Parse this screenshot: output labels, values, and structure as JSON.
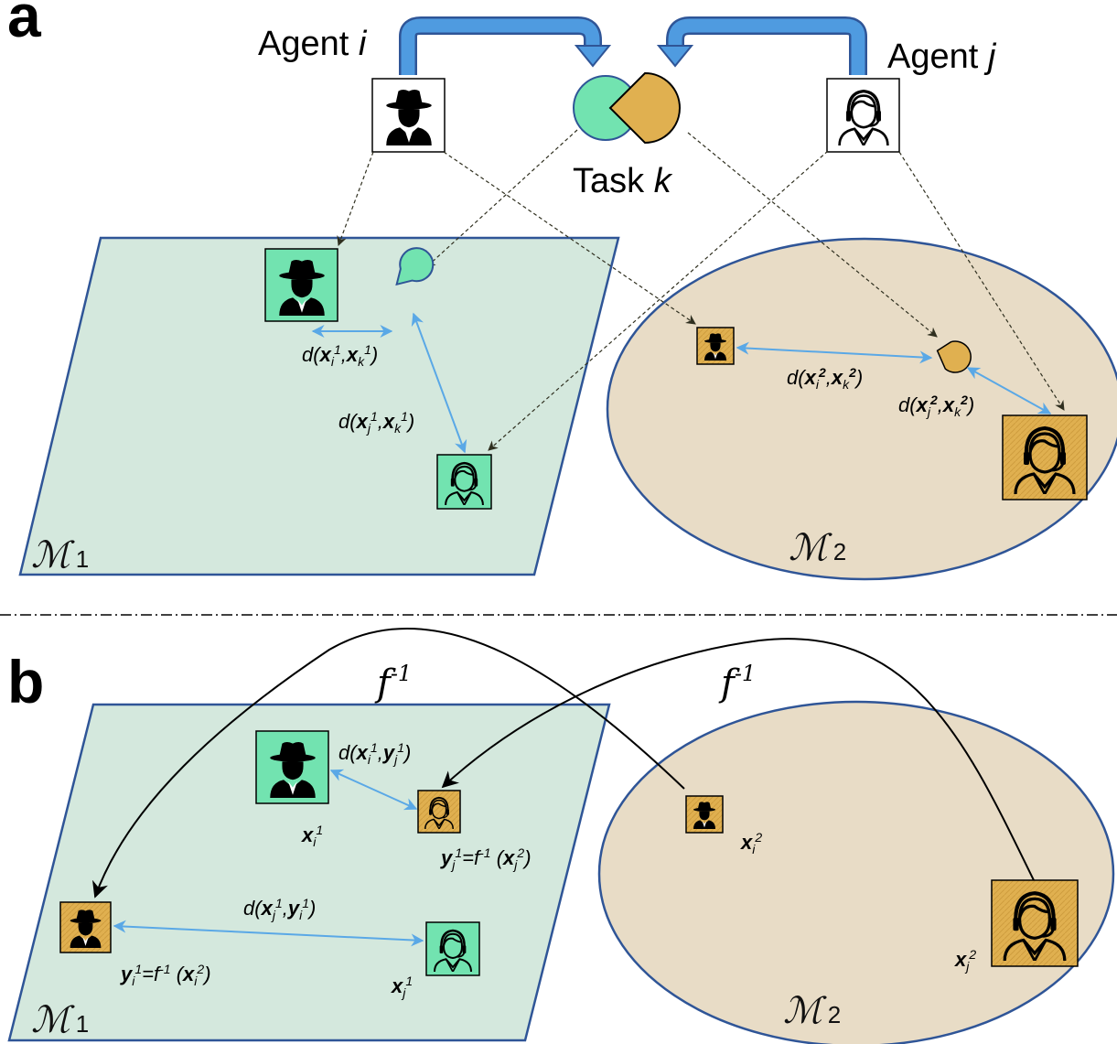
{
  "panels": {
    "a": "a",
    "b": "b"
  },
  "top": {
    "agent_i_label": "Agent",
    "agent_i_var": "i",
    "agent_j_label": "Agent",
    "agent_j_var": "j",
    "task_label": "Task",
    "task_var": "k"
  },
  "manifolds": {
    "m1_symbol": "ℳ",
    "m1_sub": "1",
    "m2_symbol": "ℳ",
    "m2_sub": "2"
  },
  "panel_a_labels": {
    "d_xi1_xk1": "d(xi1,xk1)",
    "d_xj1_xk1": "d(xj1,xk1)",
    "d_xi2_xk2": "d(xi2,xk2)",
    "d_xj2_xk2": "d(xj2,xk2)"
  },
  "panel_b_labels": {
    "f_inv_left": "f-1",
    "f_inv_right": "f-1",
    "d_xi1_yj1": "d(xi1,yj1)",
    "d_xj1_yi1": "d(xj1,yi1)",
    "xi1": "xi1",
    "xj1": "xj1",
    "xi2": "xi2",
    "xj2": "xj2",
    "yj1_eq": "yj1=f-1 (xj2)",
    "yi1_eq": "yi1=f-1 (xi2)"
  },
  "icons": [
    "spy-icon",
    "support-agent-icon",
    "task-circle-icon",
    "task-teardrop-icon"
  ],
  "colors": {
    "m1_fill": "#d4e8dd",
    "m2_fill": "#e8dcc6",
    "border": "#2f5597",
    "green": "#72e3b0",
    "orange": "#e0b050",
    "arrow_blue": "#5aa8e6",
    "flow_blue": "#4f9be0"
  }
}
